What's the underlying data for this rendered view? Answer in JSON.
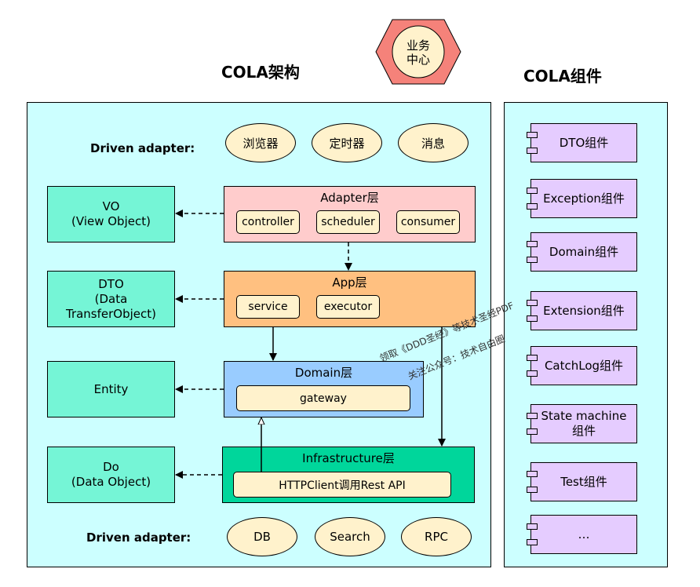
{
  "titles": {
    "architecture": "COLA架构",
    "components": "COLA组件"
  },
  "business_center": {
    "line1": "业务",
    "line2": "中心"
  },
  "driven_adapter_top": {
    "label": "Driven adapter:",
    "items": [
      "浏览器",
      "定时器",
      "消息"
    ]
  },
  "driven_adapter_bottom": {
    "label": "Driven adapter:",
    "items": [
      "DB",
      "Search",
      "RPC"
    ]
  },
  "objects": {
    "vo": {
      "line1": "VO",
      "line2": "(View Object)"
    },
    "dto": {
      "line1": "DTO",
      "line2": "(Data TransferObject)"
    },
    "entity": {
      "line1": "Entity"
    },
    "do": {
      "line1": "Do",
      "line2": "(Data Object)"
    }
  },
  "layers": {
    "adapter": {
      "title": "Adapter层",
      "chips": [
        "controller",
        "scheduler",
        "consumer"
      ]
    },
    "app": {
      "title": "App层",
      "chips": [
        "service",
        "executor"
      ]
    },
    "domain": {
      "title": "Domain层",
      "chips": [
        "gateway"
      ]
    },
    "infrastructure": {
      "title": "Infrastructure层",
      "chips": [
        "HTTPClient调用Rest API"
      ]
    }
  },
  "components": [
    {
      "line1": "DTO组件"
    },
    {
      "line1": "Exception组件"
    },
    {
      "line1": "Domain组件"
    },
    {
      "line1": "Extension组件"
    },
    {
      "line1": "CatchLog组件"
    },
    {
      "line1": "State machine",
      "line2": "组件"
    },
    {
      "line1": "Test组件"
    },
    {
      "line1": "…"
    }
  ],
  "watermark": {
    "line1": "领取《DDD圣经》等技术圣经PDF",
    "line2": "关注公众号：技术自由圈"
  },
  "colors": {
    "panel": "#ccffff",
    "object": "#75f5d6",
    "adapter_layer": "#ffcccc",
    "app_layer": "#ffc080",
    "domain_layer": "#99ccff",
    "infrastructure_layer": "#00d69b",
    "chip": "#fff2cc",
    "component": "#e5ccff",
    "hexagon": "#f5827a"
  }
}
